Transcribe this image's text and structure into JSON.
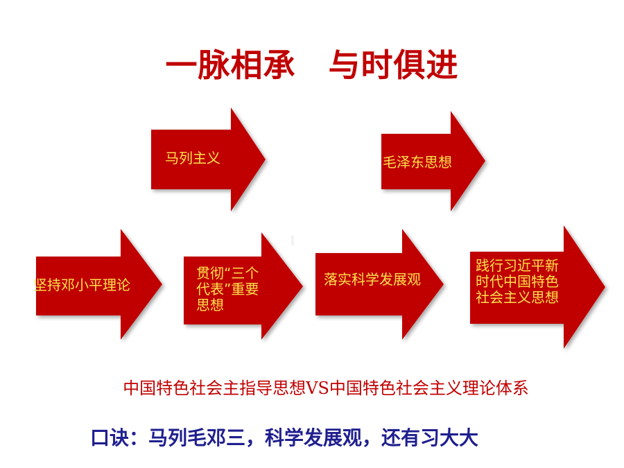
{
  "title": "一脉相承　与时俱进",
  "top_arrows": [
    {
      "label": "马列主义"
    },
    {
      "label": "毛泽东思想"
    }
  ],
  "bottom_arrows": [
    {
      "label": "坚持邓小平理论"
    },
    {
      "label": "贯彻“三个\n代表”重要\n思想"
    },
    {
      "label": "落实科学发展观"
    },
    {
      "label": "践行习近平新\n时代中国特色\n社会主义思想"
    }
  ],
  "subtitle": "中国特色社会主指导思想VS中国特色社会主义理论体系",
  "mnemonic": "口诀：马列毛邓三，科学发展观，还有习大大",
  "colors": {
    "title": "#c00000",
    "arrow_fill": "#c00000",
    "arrow_label": "#ffe24d",
    "subtitle": "#c00000",
    "mnemonic": "#1f1f8f"
  }
}
